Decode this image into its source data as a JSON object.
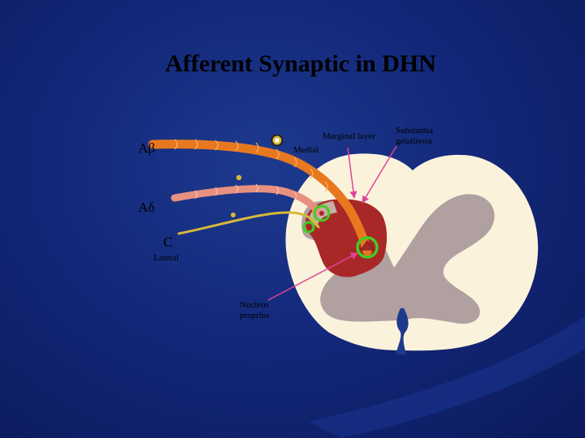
{
  "slide": {
    "title": "Afferent Synaptic in DHN",
    "fibers": {
      "a_beta": "Aβ",
      "a_delta": "Aδ",
      "c": "C"
    },
    "labels": {
      "marginal_layer": "Marginal layer",
      "medial": "Medial",
      "substantia_line1": "Substantia",
      "substantia_line2": "gelatinosa",
      "lateral": "Lateral",
      "nucleus_line1": "Nucleus",
      "nucleus_line2": "proprius"
    },
    "colors": {
      "background": "#13287a",
      "cord_white_matter": "#fbf2dc",
      "gray_matter": "#b0a0a0",
      "dorsal_horn_red": "#a82828",
      "a_beta_fiber": "#e87820",
      "a_delta_fiber": "#e89080",
      "c_fiber": "#d8b838",
      "pointer_arrow": "#e0449a",
      "synapse_ring": "#44cc22"
    }
  }
}
